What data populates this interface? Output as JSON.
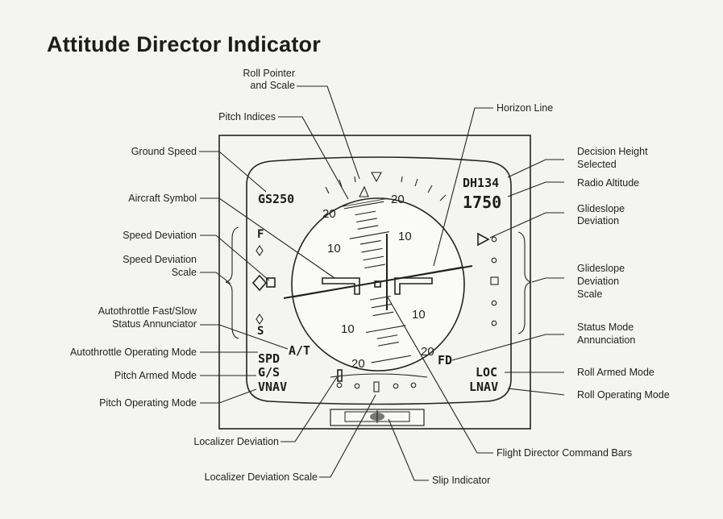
{
  "title": "Attitude Director Indicator",
  "display": {
    "ground_speed": "GS250",
    "decision_height": "DH134",
    "radio_altitude": "1750",
    "speed_scale_fast": "F",
    "speed_scale_slow": "S",
    "autothrottle_status": "A/T",
    "autothrottle_mode": "SPD",
    "pitch_armed": "G/S",
    "pitch_operating": "VNAV",
    "status_mode": "FD",
    "roll_armed": "LOC",
    "roll_operating": "LNAV",
    "pitch_scale": {
      "upper_20": "20",
      "upper_20_right": "20",
      "upper_10": "10",
      "upper_10_right": "10",
      "lower_10": "10",
      "lower_10_right": "10",
      "lower_20": "20",
      "lower_20_right": "20"
    }
  },
  "labels": {
    "roll_pointer": [
      "Roll Pointer",
      "and Scale"
    ],
    "pitch_indices": "Pitch Indices",
    "horizon_line": "Horizon Line",
    "ground_speed": "Ground Speed",
    "decision_height": [
      "Decision Height",
      "Selected"
    ],
    "radio_altitude": "Radio Altitude",
    "aircraft_symbol": "Aircraft Symbol",
    "glideslope_deviation": [
      "Glideslope",
      "Deviation"
    ],
    "speed_deviation": "Speed Deviation",
    "speed_deviation_scale": [
      "Speed Deviation",
      "Scale"
    ],
    "glideslope_deviation_scale": [
      "Glideslope",
      "Deviation",
      "Scale"
    ],
    "autothrottle_fast_slow": [
      "Autothrottle Fast/Slow",
      "Status Annunciator"
    ],
    "status_mode": [
      "Status Mode",
      "Annunciation"
    ],
    "autothrottle_operating_mode": "Autothrottle Operating Mode",
    "roll_armed_mode": "Roll Armed Mode",
    "pitch_armed_mode": "Pitch Armed Mode",
    "pitch_operating_mode": "Pitch Operating Mode",
    "roll_operating_mode": "Roll Operating Mode",
    "localizer_deviation": "Localizer Deviation",
    "flight_director_command_bars": "Flight Director Command Bars",
    "localizer_deviation_scale": "Localizer Deviation Scale",
    "slip_indicator": "Slip Indicator"
  }
}
